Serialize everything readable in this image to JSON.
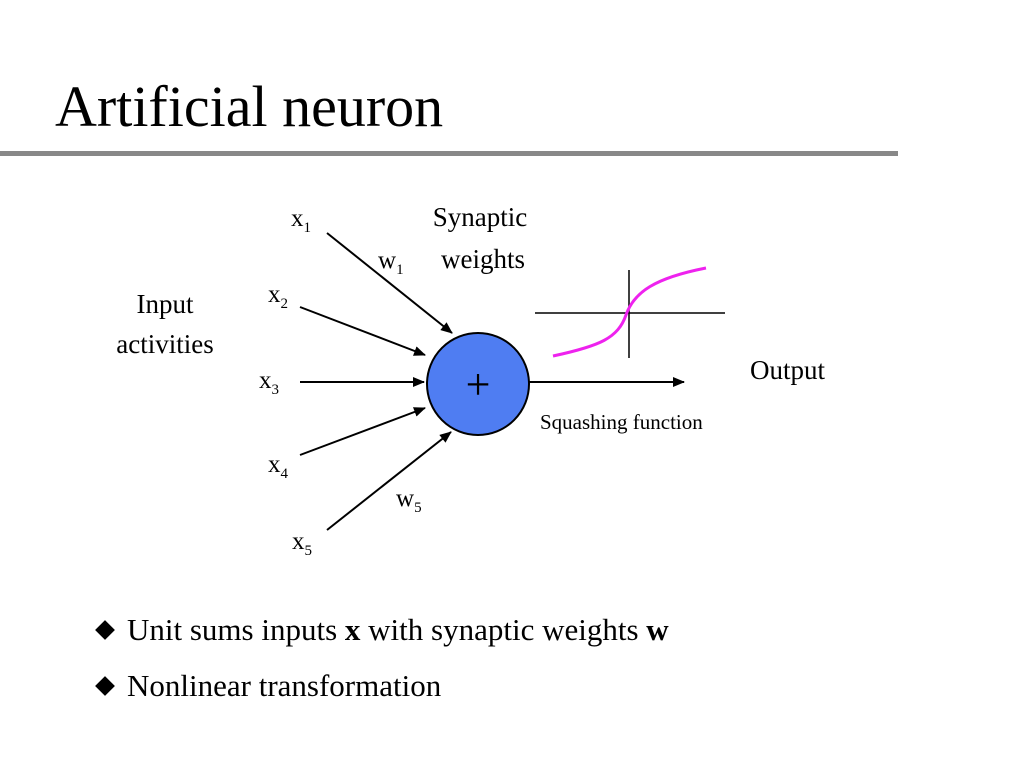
{
  "title": "Artificial neuron",
  "diagram": {
    "inputs": [
      {
        "var": "x",
        "sub": "1"
      },
      {
        "var": "x",
        "sub": "2"
      },
      {
        "var": "x",
        "sub": "3"
      },
      {
        "var": "x",
        "sub": "4"
      },
      {
        "var": "x",
        "sub": "5"
      }
    ],
    "weight_labels": [
      {
        "var": "w",
        "sub": "1"
      },
      {
        "var": "w",
        "sub": "5"
      }
    ],
    "input_label_line1": "Input",
    "input_label_line2": "activities",
    "synaptic_line1": "Synaptic",
    "synaptic_line2": "weights",
    "sum_symbol": "+",
    "output_label": "Output",
    "squashing_label": "Squashing function",
    "neuron_fill": "#4f7df2",
    "sigmoid_color": "#ee22ee"
  },
  "bullets": [
    {
      "before": "Unit sums inputs ",
      "bold1": "x",
      "middle": " with synaptic weights ",
      "bold2": "w"
    },
    {
      "before": "Nonlinear transformation",
      "bold1": "",
      "middle": "",
      "bold2": ""
    }
  ]
}
